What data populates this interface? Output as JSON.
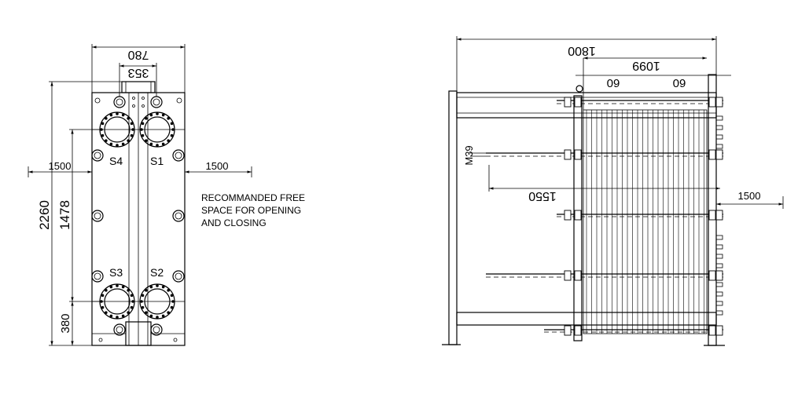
{
  "front_view": {
    "dim_overall_width": "780",
    "dim_port_spacing": "353",
    "dim_total_height": "2260",
    "dim_port_vertical": "1478",
    "dim_bottom": "380",
    "dim_clearance_left": "1500",
    "dim_clearance_right": "1500",
    "port_s1": "S1",
    "port_s2": "S2",
    "port_s3": "S3",
    "port_s4": "S4",
    "note_line1": "RECOMMANDED FREE",
    "note_line2": "SPACE FOR OPENING",
    "note_line3": "AND CLOSING"
  },
  "side_view": {
    "dim_overall_length": "1800",
    "dim_plate_pack": "1099",
    "dim_offset_left": "60",
    "dim_offset_right": "60",
    "dim_bolt": "M39",
    "dim_bolt_length": "1550",
    "dim_clearance": "1500"
  }
}
